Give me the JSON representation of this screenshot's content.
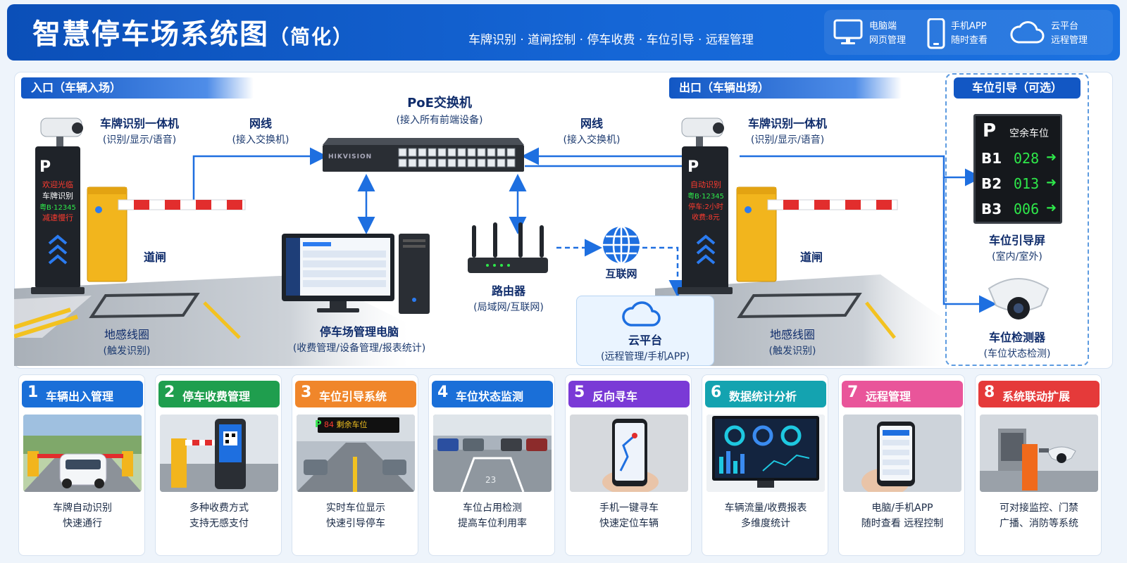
{
  "header": {
    "title": "智慧停车场系统图",
    "title_suffix": "（简化）",
    "tagline": "车牌识别 · 道闸控制 · 停车收费 · 车位引导 · 远程管理",
    "icons": [
      {
        "icon": "monitor-icon",
        "line1": "电脑端",
        "line2": "网页管理"
      },
      {
        "icon": "phone-icon",
        "line1": "手机APP",
        "line2": "随时查看"
      },
      {
        "icon": "cloud-icon",
        "line1": "云平台",
        "line2": "远程管理"
      }
    ]
  },
  "sections": {
    "entry": "入口（车辆入场）",
    "exit": "出口（车辆出场）",
    "guide": "车位引导（可选）"
  },
  "devices": {
    "entry_camera": {
      "title": "车牌识别一体机",
      "sub": "(识别/显示/语音)"
    },
    "entry_wire": {
      "title": "网线",
      "sub": "(接入交换机)"
    },
    "switch": {
      "title": "PoE交换机",
      "sub": "(接入所有前端设备)",
      "brand": "HIKVISION"
    },
    "exit_wire": {
      "title": "网线",
      "sub": "(接入交换机)"
    },
    "exit_camera": {
      "title": "车牌识别一体机",
      "sub": "(识别/显示/语音)"
    },
    "entry_gate": "道闸",
    "exit_gate": "道闸",
    "entry_loop": {
      "title": "地感线圈",
      "sub": "(触发识别)"
    },
    "exit_loop": {
      "title": "地感线圈",
      "sub": "(触发识别)"
    },
    "pc": {
      "title": "停车场管理电脑",
      "sub": "(收费管理/设备管理/报表统计)"
    },
    "router": {
      "title": "路由器",
      "sub": "(局域网/互联网)"
    },
    "internet": "互联网",
    "cloud": {
      "title": "云平台",
      "sub": "(远程管理/手机APP)"
    },
    "guide_screen": {
      "title": "车位引导屏",
      "sub": "(室内/室外)"
    },
    "detector": {
      "title": "车位检测器",
      "sub": "(车位状态检测)"
    }
  },
  "entry_display": {
    "p": "P",
    "line1": "欢迎光临",
    "line2": "车牌识别",
    "line3": "粤B·12345",
    "line4": "减速慢行"
  },
  "exit_display": {
    "p": "P",
    "line1": "自动识别",
    "line2": "粤B·12345",
    "line3": "停车:2小时",
    "line4": "收费:8元"
  },
  "guide_display": {
    "p": "P",
    "header": "空余车位",
    "rows": [
      {
        "floor": "B1",
        "count": "028"
      },
      {
        "floor": "B2",
        "count": "013"
      },
      {
        "floor": "B3",
        "count": "006"
      }
    ]
  },
  "cards": [
    {
      "num": "1",
      "name": "车辆出入管理",
      "color": "#1a6fd8",
      "d1": "车牌自动识别",
      "d2": "快速通行"
    },
    {
      "num": "2",
      "name": "停车收费管理",
      "color": "#1f9e4e",
      "d1": "多种收费方式",
      "d2": "支持无感支付"
    },
    {
      "num": "3",
      "name": "车位引导系统",
      "color": "#f0862a",
      "d1": "实时车位显示",
      "d2": "快速引导停车"
    },
    {
      "num": "4",
      "name": "车位状态监测",
      "color": "#1a6fd8",
      "d1": "车位占用检测",
      "d2": "提高车位利用率"
    },
    {
      "num": "5",
      "name": "反向寻车",
      "color": "#7a3ad6",
      "d1": "手机一键寻车",
      "d2": "快速定位车辆"
    },
    {
      "num": "6",
      "name": "数据统计分析",
      "color": "#14a3b0",
      "d1": "车辆流量/收费报表",
      "d2": "多维度统计"
    },
    {
      "num": "7",
      "name": "远程管理",
      "color": "#e9559a",
      "d1": "电脑/手机APP",
      "d2": "随时查看 远程控制"
    },
    {
      "num": "8",
      "name": "系统联动扩展",
      "color": "#e53a3a",
      "d1": "可对接监控、门禁",
      "d2": "广播、消防等系统"
    }
  ],
  "card3_sign": {
    "p": "P",
    "text": "剩余车位",
    "count": "84"
  },
  "card4_spot": "23",
  "colors": {
    "accent": "#1565d8",
    "wire": "#1e6fe0",
    "green_led": "#2ee84a",
    "red_led": "#ff3b2f"
  }
}
